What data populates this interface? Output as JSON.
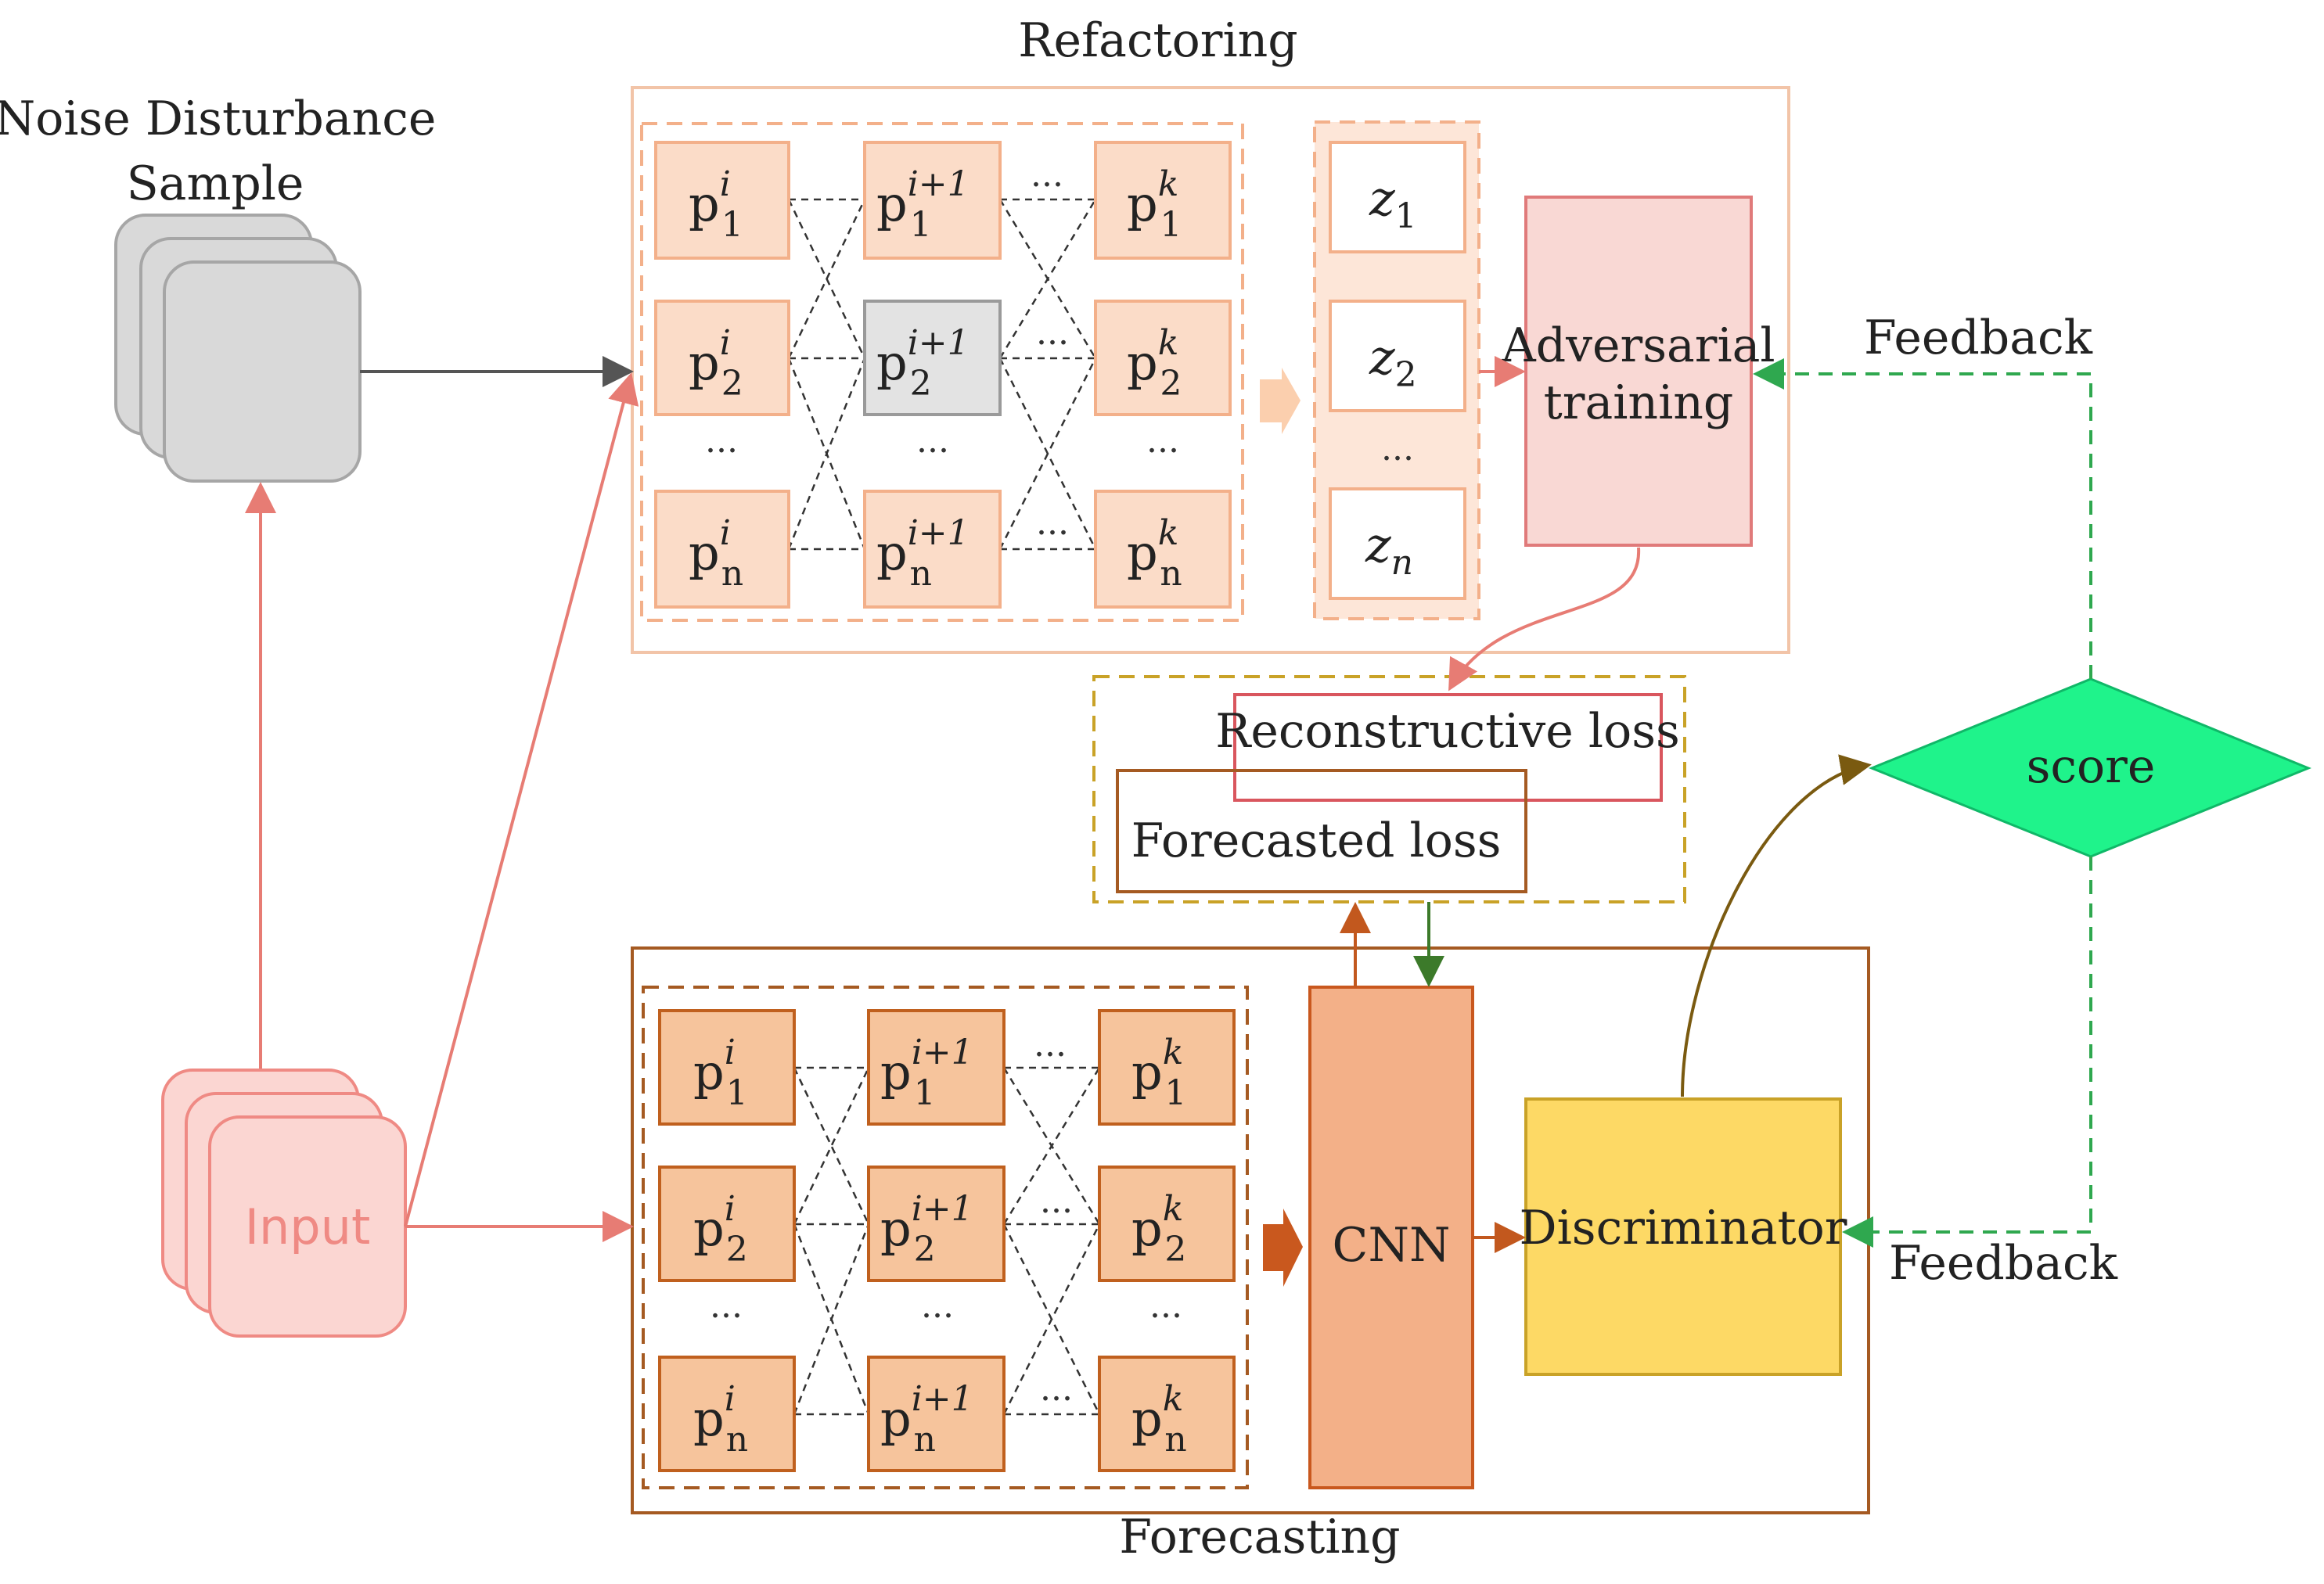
{
  "titles": {
    "refactoring": "Refactoring",
    "forecasting": "Forecasting"
  },
  "noise_sample": {
    "line1": "Noise Disturbance",
    "line2": "Sample"
  },
  "input_label": "Input",
  "adversarial": {
    "line1": "Adversarial",
    "line2": "training"
  },
  "losses": {
    "reconstructive": "Reconstructive loss",
    "forecasted": "Forecasted loss"
  },
  "cnn_label": "CNN",
  "discriminator_label": "Discriminator",
  "score_label": "score",
  "feedback_top": "Feedback",
  "feedback_bottom": "Feedback",
  "ellipsis": "...",
  "cells": {
    "base": "p",
    "sup_i": "i",
    "sup_i1": "i+1",
    "sup_k": "k",
    "sub_1": "1",
    "sub_2": "2",
    "sub_n": "n"
  },
  "z_nodes": {
    "base": "z",
    "sub_1": "1",
    "sub_2": "2",
    "sub_n": "n"
  },
  "colors": {
    "refactor_cell_fill": "#fbdcc8",
    "refactor_cell_stroke": "#f3b08a",
    "refactor_frame": "#f2c4a8",
    "highlight_cell_fill": "#e3e3e3",
    "forecast_cell_fill": "#f6c49c",
    "forecast_cell_stroke": "#c0601e",
    "forecast_frame": "#a55a22",
    "adversarial_fill": "#f9d8d4",
    "adversarial_stroke": "#e07a7a",
    "cnn_fill": "#f3b088",
    "cnn_stroke": "#c9581e",
    "discriminator_fill": "#fdd965",
    "discriminator_stroke": "#c9a227",
    "score_fill": "#1ff38b",
    "feedback_green": "#2fa84f",
    "input_red": "#ef8a84",
    "noise_gray": "#d9d9d9"
  }
}
